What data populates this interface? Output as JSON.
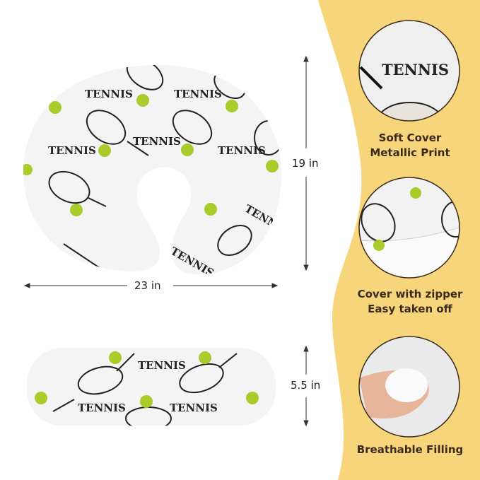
{
  "colors": {
    "panel": "#f7d57a",
    "label_text": "#3b2a1c",
    "ball": "#a9cc2a"
  },
  "print_word": "TENNIS",
  "dimensions": {
    "height": "19 in",
    "width": "23 in",
    "thickness": "5.5 in"
  },
  "features": [
    {
      "line1": "Soft Cover",
      "line2": "Metallic Print"
    },
    {
      "line1": "Cover with zipper",
      "line2": "Easy taken off"
    },
    {
      "line1": "Breathable Filling",
      "line2": ""
    }
  ]
}
